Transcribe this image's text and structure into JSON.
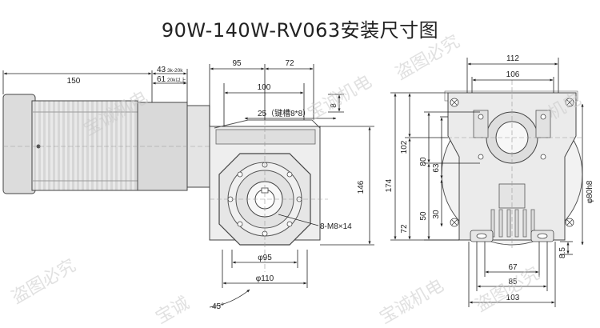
{
  "title": "90W-140W-RV063安装尺寸图",
  "watermark": [
    "宝诚机电",
    "盗图必究",
    "宝诚机电",
    "盗图必究",
    "宝诚机电",
    "盗图必究",
    "宝诚",
    "机电"
  ],
  "dims": {
    "motor_len": "150",
    "d43": "43",
    "d43_note": "3k-20k",
    "d61": "61",
    "d61_note": "20k以上",
    "d95": "95",
    "d72": "72",
    "d100": "100",
    "d25": "25（键槽8*8）",
    "d8": "8",
    "d146": "146",
    "d95dia": "φ95",
    "d110dia": "φ110",
    "angle": "45°",
    "bolts": "8-M8×14",
    "d112": "112",
    "d106": "106",
    "d174": "174",
    "d102": "102",
    "d72v": "72",
    "d80": "80",
    "d63": "63",
    "d50": "50",
    "d30": "30",
    "d80h8": "φ80h8",
    "d85v": "8.5",
    "d67": "67",
    "d85": "85",
    "d103": "103"
  }
}
